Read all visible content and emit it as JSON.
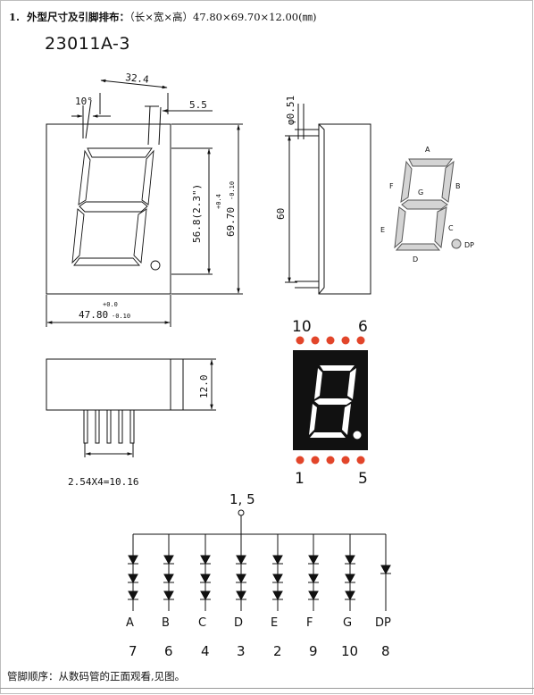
{
  "heading": {
    "number": "1.",
    "title": "外型尺寸及引脚排布：",
    "dims": "（长×宽×高）47.80×69.70×12.00(㎜)"
  },
  "model": "23011A-3",
  "front_view": {
    "top_width": "32.4",
    "angle": "10°",
    "seg_width": "5.5",
    "digit_height": "56.8(2.3\")",
    "height": "69.70",
    "height_tol_plus": "+0.4",
    "height_tol_minus": "-0.10",
    "width": "47.80",
    "width_tol_plus": "+0.0",
    "width_tol_minus": "-0.10"
  },
  "side_view": {
    "pin_diameter": "φ0.51",
    "pin_length": "60"
  },
  "bottom_view": {
    "depth": "12.0",
    "pin_pitch": "2.54X4=10.16"
  },
  "segment_labels": [
    "A",
    "B",
    "C",
    "D",
    "E",
    "F",
    "G",
    "DP"
  ],
  "pinout": {
    "top_left": "10",
    "top_right": "6",
    "bottom_left": "1",
    "bottom_right": "5"
  },
  "circuit": {
    "common": "1, 5",
    "labels": [
      "A",
      "B",
      "C",
      "D",
      "E",
      "F",
      "G",
      "DP"
    ],
    "pins": [
      "7",
      "6",
      "4",
      "3",
      "2",
      "9",
      "10",
      "8"
    ]
  },
  "colors": {
    "pin_dot": "#e2452a",
    "display_bg": "#111111",
    "segment": "#ffffff"
  },
  "footer": "管脚顺序：从数码管的正面观看,见图。"
}
